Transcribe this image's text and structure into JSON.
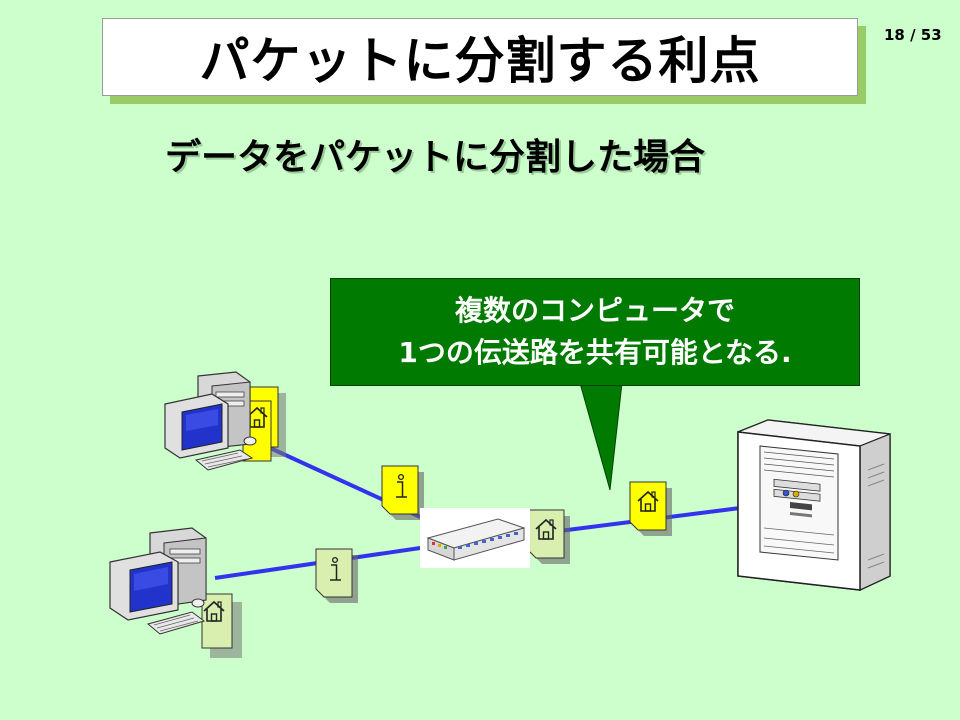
{
  "slide": {
    "title": "パケットに分割する利点",
    "page_number": "18 / 53",
    "subtitle": "データをパケットに分割した場合",
    "callout": {
      "line1": "複数のコンピュータで",
      "line2": "1つの伝送路を共有可能となる."
    }
  },
  "colors": {
    "background": "#ccffcc",
    "callout_fill": "#007a00",
    "network_line": "#3333ee",
    "packet_yellow": "#ffff00",
    "packet_green": "#d9efb0"
  },
  "icons": {
    "info_packet": "info-i-icon",
    "house_packet": "house-icon",
    "computer": "desktop-computer-icon",
    "server": "server-tower-icon",
    "hub": "network-hub-icon"
  }
}
